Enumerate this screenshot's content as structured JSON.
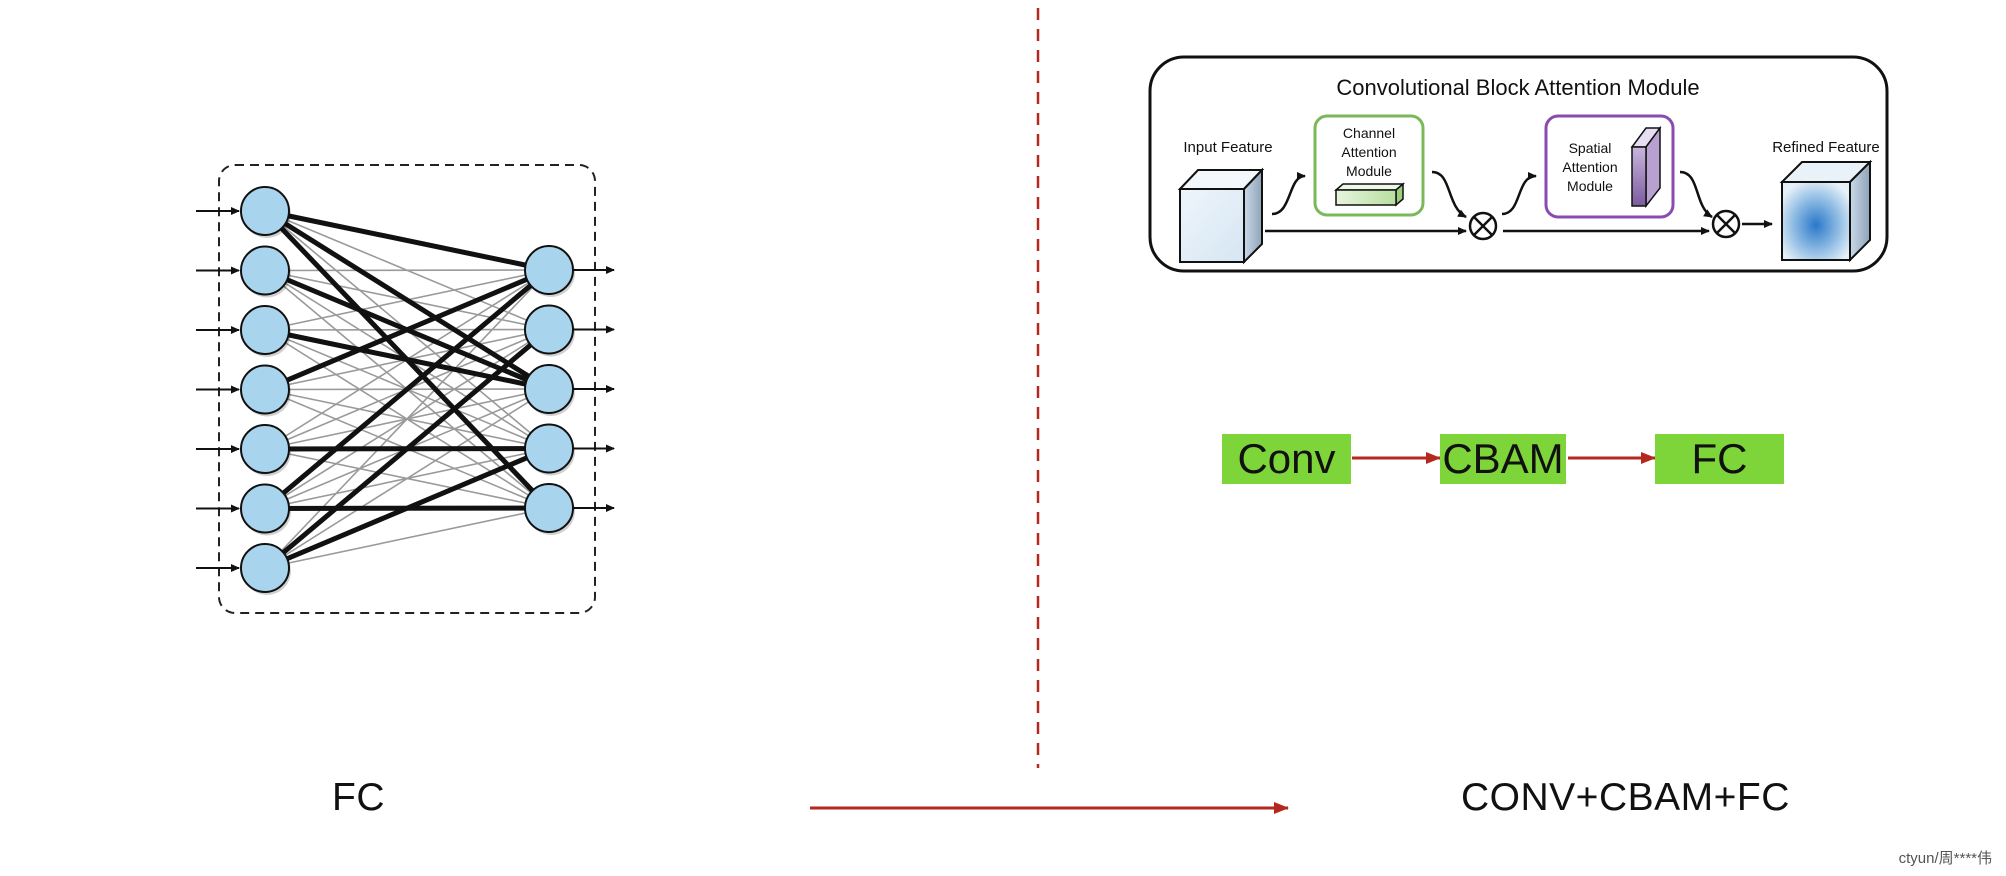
{
  "fc_panel": {
    "label": "FC",
    "input_neurons": 7,
    "output_neurons": 5
  },
  "cbam_panel": {
    "title": "Convolutional Block Attention Module",
    "input_feature_label": "Input Feature",
    "channel_module_label": [
      "Channel",
      "Attention",
      "Module"
    ],
    "spatial_module_label": [
      "Spatial",
      "Attention",
      "Module"
    ],
    "refined_feature_label": "Refined Feature",
    "multiply_symbol": "⊗"
  },
  "pipeline": {
    "steps": [
      "Conv",
      "CBAM",
      "FC"
    ],
    "label": "CONV+CBAM+FC"
  },
  "colors": {
    "neuron_fill": "#a9d4ee",
    "divider": "#b5281e",
    "arrow_red": "#b5281e",
    "box_green": "#7ed53a",
    "channel_border": "#7ab85a",
    "spatial_border": "#8a4bb0"
  },
  "watermark": "ctyun/周****伟"
}
